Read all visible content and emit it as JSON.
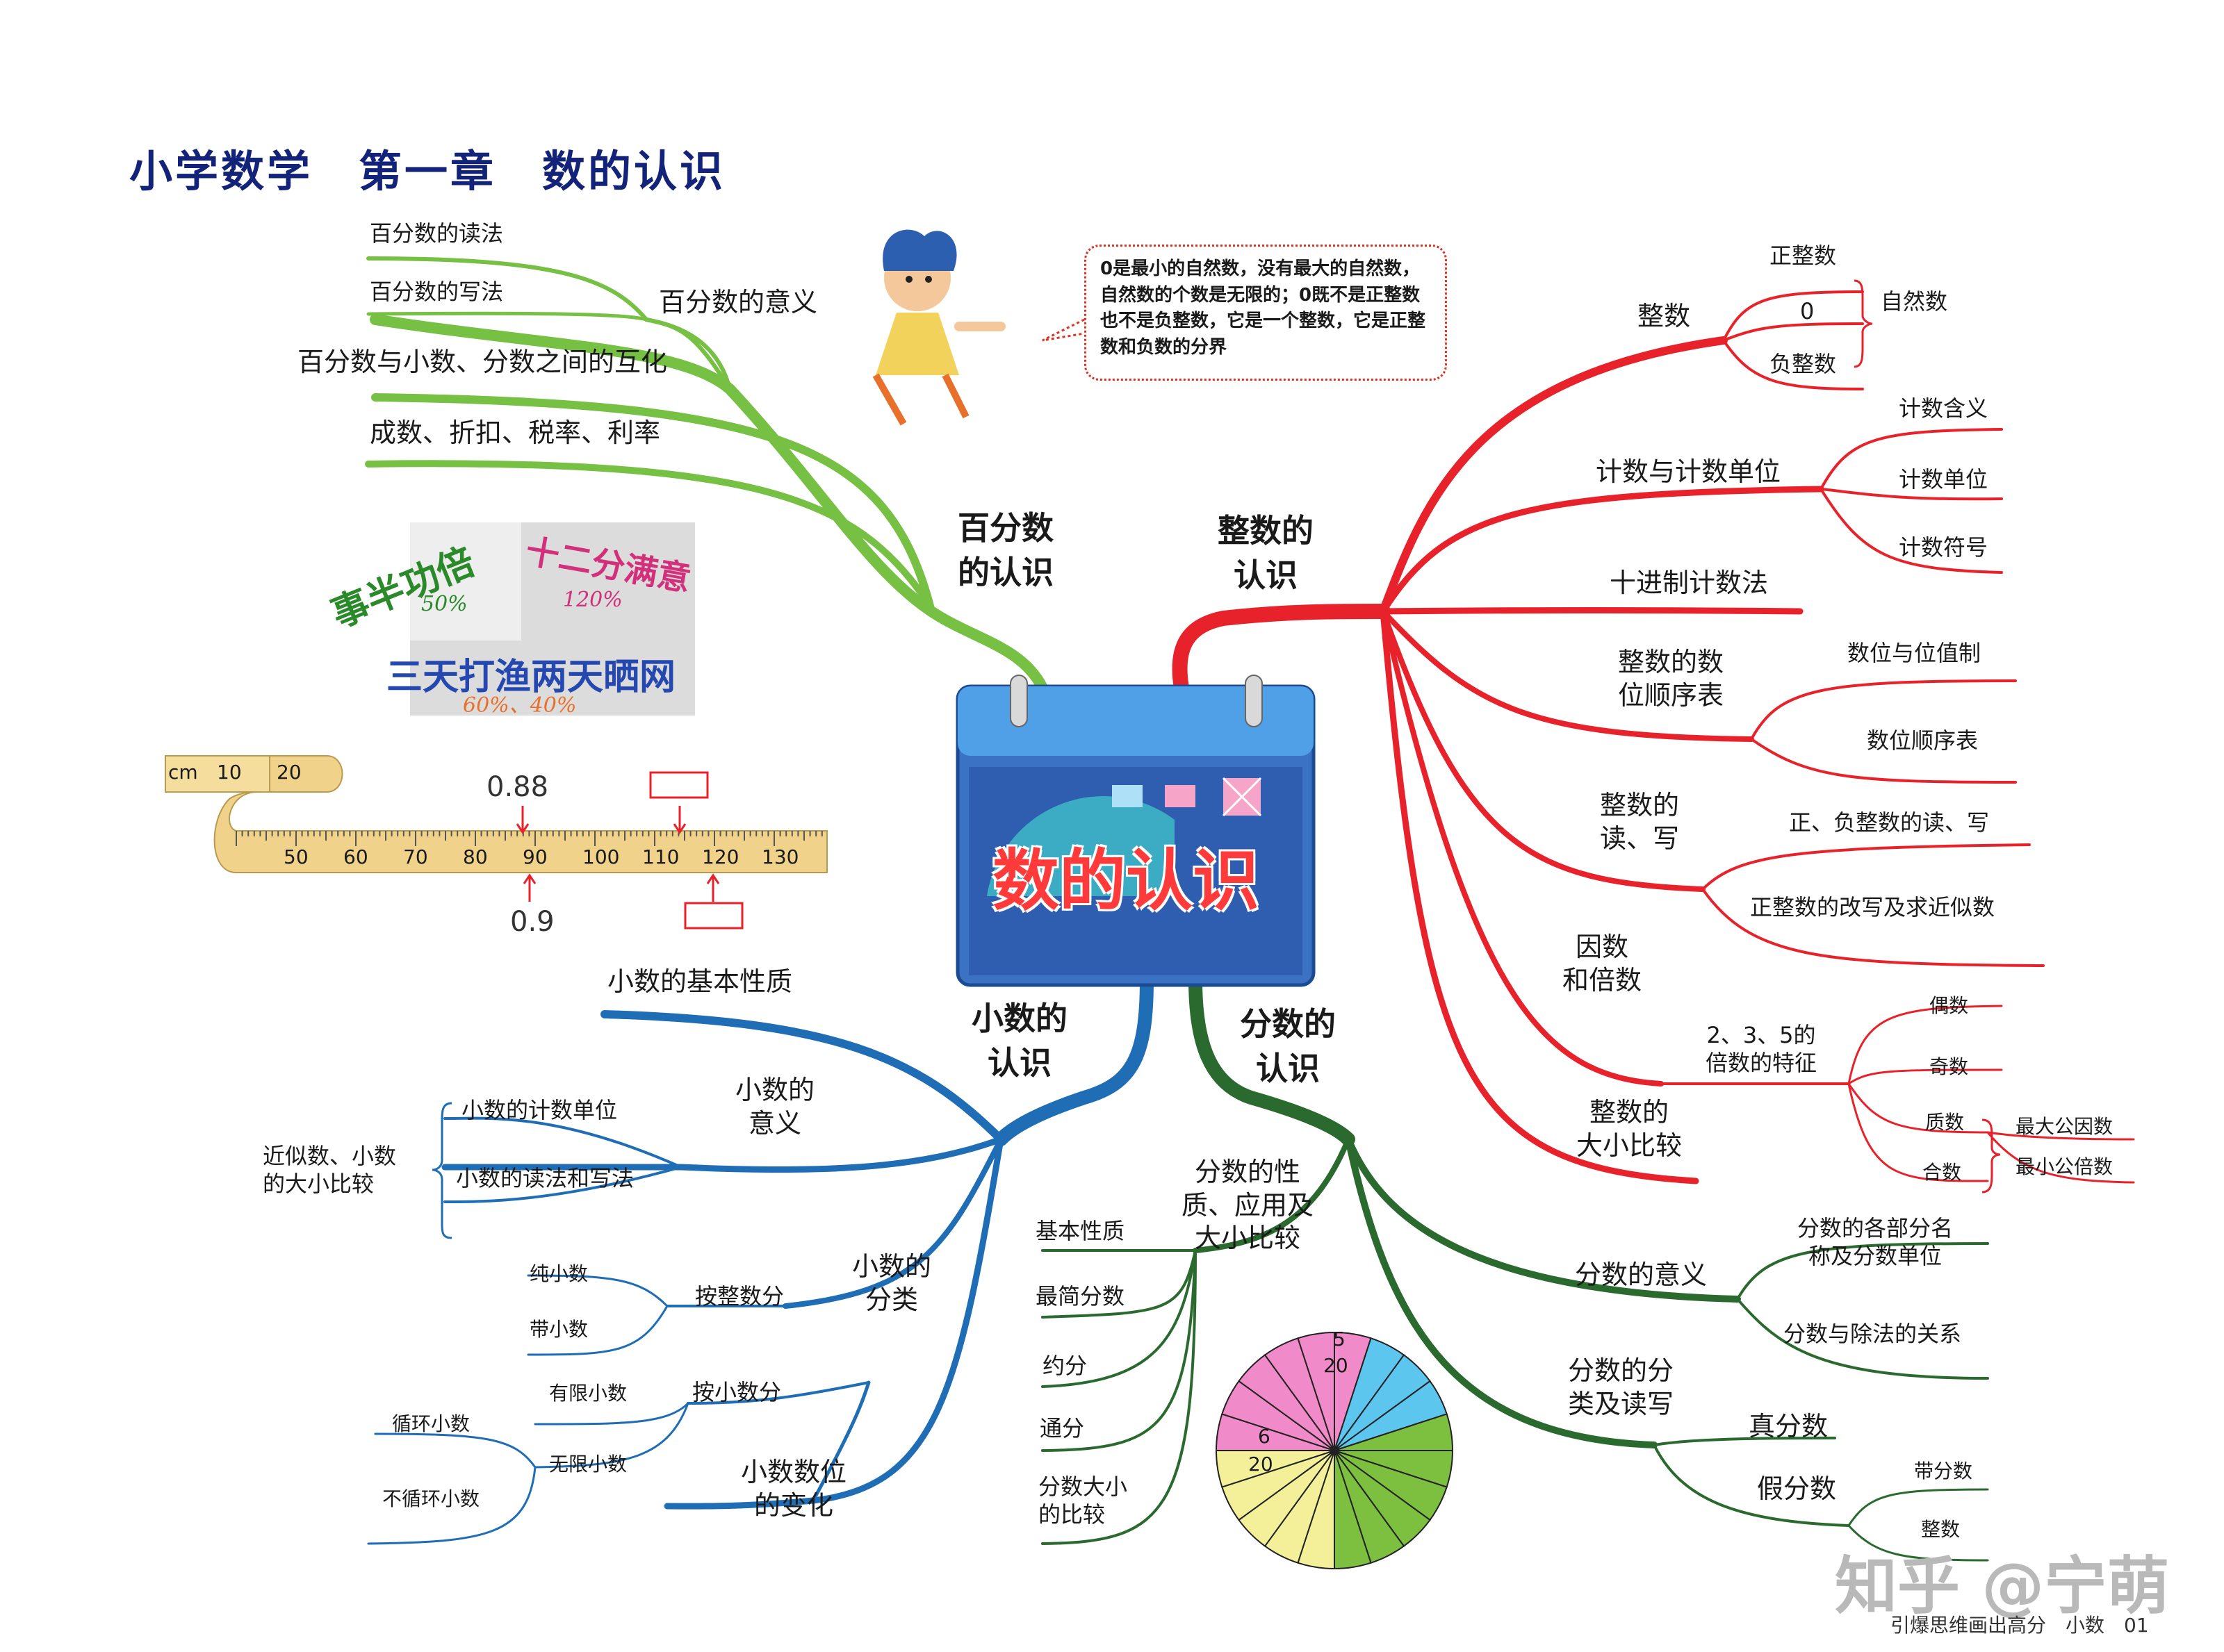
{
  "title": "小学数学　第一章　数的认识",
  "center": "数的认识",
  "speech": "0是最小的自然数，没有最大的自然数，自然数的个数是无限的；0既不是正整数也不是负整数，它是一个整数，它是正整数和负数的分界",
  "branches": {
    "percent": {
      "label": "百分数\n的认识",
      "color": "#76c043",
      "meaning": "百分数的意义",
      "read": "百分数的读法",
      "write": "百分数的写法",
      "convert": "百分数与小数、分数之间的互化",
      "rates": "成数、折扣、税率、利率"
    },
    "integer": {
      "label": "整数的\n认识",
      "color": "#e8222a",
      "zhengshu": "整数",
      "positive": "正整数",
      "zero": "0",
      "negative": "负整数",
      "natural": "自然数",
      "counting": "计数与计数单位",
      "count_meaning": "计数含义",
      "count_unit": "计数单位",
      "count_symbol": "计数符号",
      "decimal_system": "十进制计数法",
      "place_table": "整数的数\n位顺序表",
      "place_value": "数位与位值制",
      "place_order": "数位顺序表",
      "read_write": "整数的\n读、写",
      "rw1": "正、负整数的读、写",
      "rw2": "正整数的改写及求近似数",
      "factors": "因数\n和倍数",
      "features": "2、3、5的\n倍数的特征",
      "even": "偶数",
      "odd": "奇数",
      "prime": "质数",
      "composite": "合数",
      "gcd": "最大公因数",
      "lcm": "最小公倍数",
      "compare": "整数的\n大小比较"
    },
    "decimal": {
      "label": "小数的\n认识",
      "color": "#1f6db5",
      "basic": "小数的基本性质",
      "meaning": "小数的\n意义",
      "unit": "小数的计数单位",
      "rw": "小数的读法和写法",
      "approx": "近似数、小数\n的大小比较",
      "classify": "小数的\n分类",
      "by_int": "按整数分",
      "pure": "纯小数",
      "mixed": "带小数",
      "by_dec": "按小数分",
      "finite": "有限小数",
      "infinite": "无限小数",
      "repeating": "循环小数",
      "nonrepeating": "不循环小数",
      "shift": "小数数位\n的变化"
    },
    "fraction": {
      "label": "分数的\n认识",
      "color": "#2a6a2e",
      "props": "分数的性\n质、应用及\n大小比较",
      "basic": "基本性质",
      "simplest": "最简分数",
      "reduce": "约分",
      "common": "通分",
      "compare": "分数大小\n的比较",
      "meaning": "分数的意义",
      "parts": "分数的各部分名\n称及分数单位",
      "division": "分数与除法的关系",
      "classify": "分数的分\n类及读写",
      "proper": "真分数",
      "improper": "假分数",
      "mixed": "带分数",
      "whole": "整数"
    }
  },
  "idioms": {
    "a": "事半功倍",
    "a_pct": "50%",
    "b": "十二分满意",
    "b_pct": "120%",
    "c": "三天打渔两天晒网",
    "c_pct": "60%、40%"
  },
  "ruler": {
    "unit": "cm",
    "ticks_top": [
      "10",
      "20"
    ],
    "ticks": [
      "50",
      "60",
      "70",
      "80",
      "90",
      "100",
      "110",
      "120",
      "130"
    ],
    "mark_top": "0.88",
    "mark_bottom": "0.9"
  },
  "pie": {
    "f1_num": "5",
    "f1_den": "20",
    "f2_num": "6",
    "f2_den": "20"
  },
  "watermark": "知乎 @宁萌",
  "footer": "引爆思维画出高分　小数　01"
}
